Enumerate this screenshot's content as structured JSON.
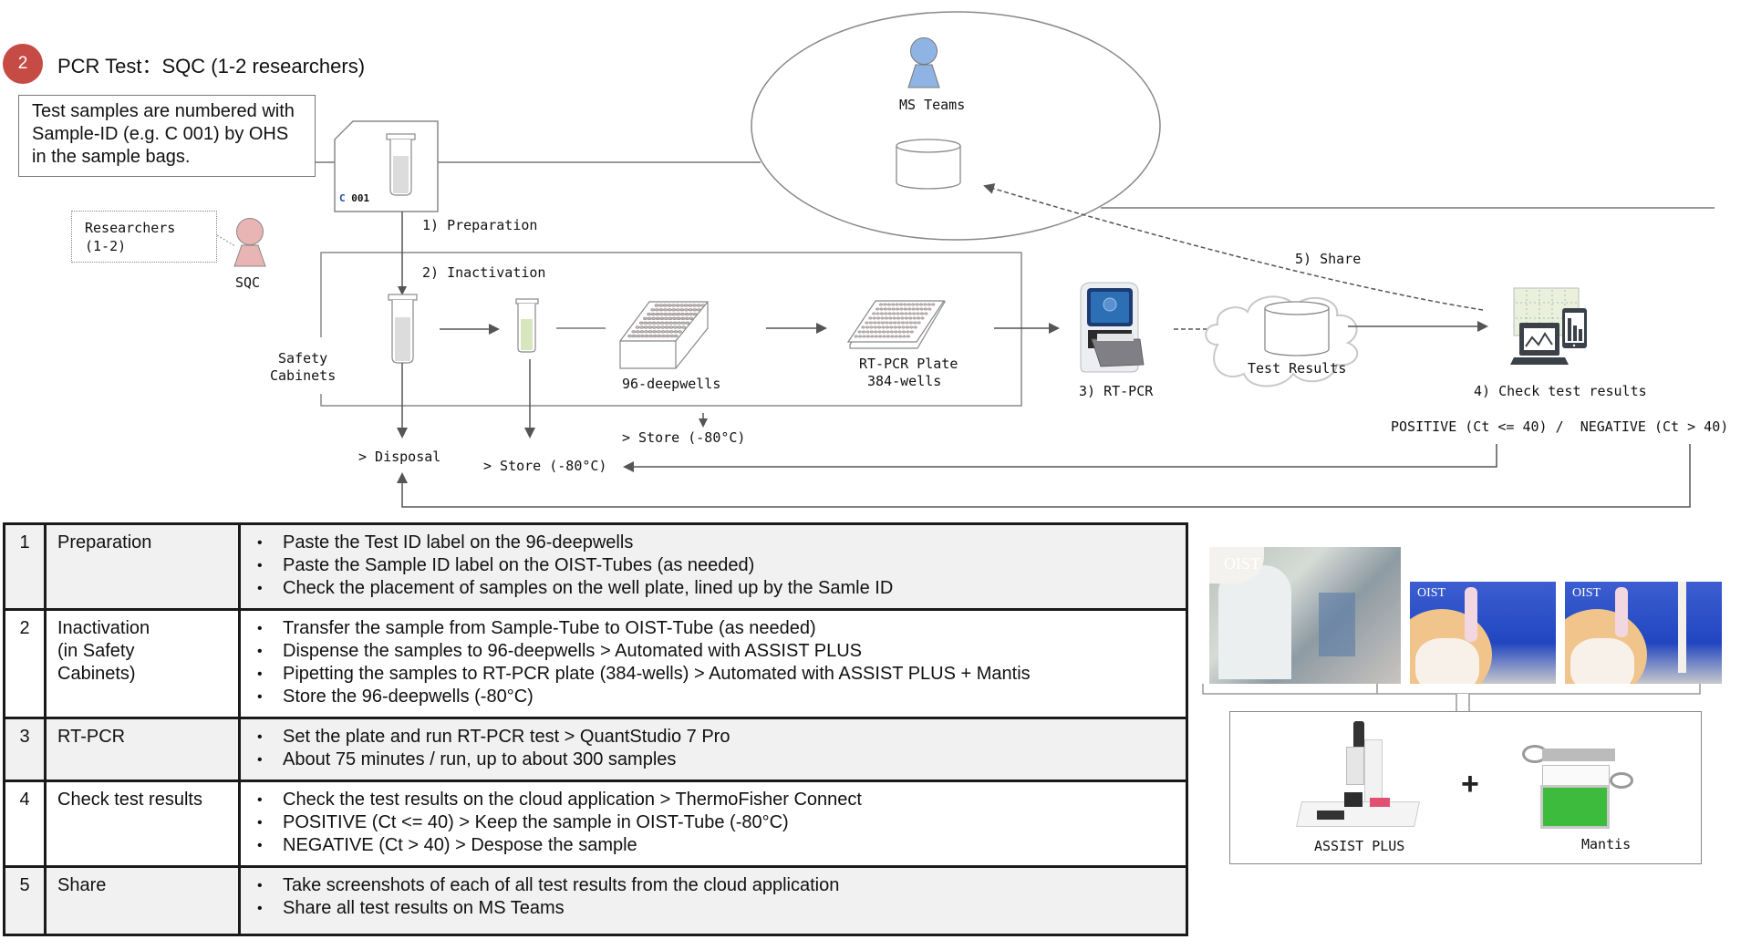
{
  "header": {
    "badge_number": "2",
    "title": "PCR Test：SQC (1-2 researchers)"
  },
  "note": {
    "text": "Test samples are numbered with Sample-ID (e.g. C 001) by OHS in the sample bags."
  },
  "sample_bag": {
    "label_prefix": "C",
    "label_number": "001"
  },
  "actors": {
    "researchers_note": "Researchers\n(1-2)",
    "sqc_label": "SQC",
    "teams_label": "MS Teams",
    "sqc_color": "#e8b4b4",
    "teams_color": "#8fb4e3"
  },
  "flow": {
    "step1": "1) Preparation",
    "step2": "2) Inactivation",
    "safety_cabinets": "Safety\nCabinets",
    "deepwells": "96-deepwells",
    "rtpcr_plate": "RT-PCR Plate\n 384-wells",
    "step3": "3) RT-PCR",
    "test_results": "Test Results",
    "step4": "4) Check test results",
    "step5": "5) Share",
    "result_criteria": "POSITIVE (Ct <= 40) /  NEGATIVE (Ct > 40)",
    "disposal": "> Disposal",
    "store_tube": "> Store (-80°C)",
    "store_deepwells": "> Store (-80°C)"
  },
  "table": {
    "rows": [
      {
        "num": "1",
        "name": "Preparation",
        "items": [
          "Paste the Test ID label on the 96-deepwells",
          "Paste the Sample ID label on the OIST-Tubes (as needed)",
          "Check the placement of samples on the well plate, lined up by the Samle ID"
        ]
      },
      {
        "num": "2",
        "name": "Inactivation\n(in Safety\nCabinets)",
        "items": [
          "Transfer the sample from Sample-Tube to OIST-Tube (as needed)",
          "Dispense the samples to 96-deepwells > Automated with ASSIST PLUS",
          "Pipetting the samples to RT-PCR plate (384-wells) > Automated with ASSIST PLUS + Mantis",
          "Store the 96-deepwells (-80°C)"
        ]
      },
      {
        "num": "3",
        "name": "RT-PCR",
        "items": [
          "Set the plate and run RT-PCR test > QuantStudio 7 Pro",
          "About 75 minutes / run, up to about 300 samples"
        ]
      },
      {
        "num": "4",
        "name": "Check test results",
        "items": [
          "Check the test results on the cloud application > ThermoFisher Connect",
          "POSITIVE (Ct <= 40) > Keep the sample in OIST-Tube (-80°C)",
          "NEGATIVE (Ct > 40) > Despose the sample"
        ]
      },
      {
        "num": "5",
        "name": "Share",
        "items": [
          "Take screenshots of each of all test results from the cloud application",
          "Share all test results on MS Teams"
        ]
      }
    ]
  },
  "photos": {
    "watermark": "OIST"
  },
  "machines": {
    "assist_plus": "ASSIST PLUS",
    "plus_sign": "+",
    "mantis": "Mantis"
  }
}
